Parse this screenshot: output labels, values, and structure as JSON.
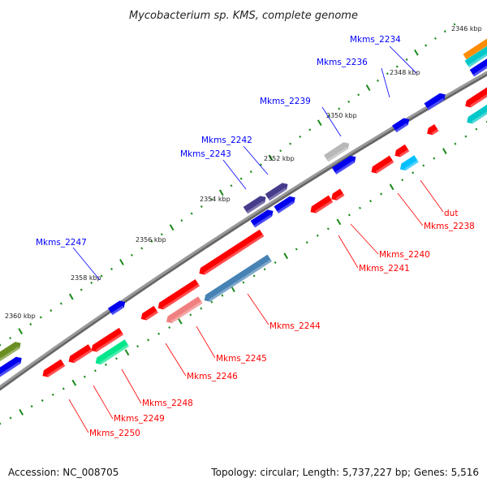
{
  "title": "Mycobacterium sp. KMS, complete genome",
  "footer": {
    "accession": "Accession: NC_008705",
    "summary": "Topology: circular; Length: 5,737,227 bp; Genes: 5,516"
  },
  "colors": {
    "forward_label": "#0000ff",
    "reverse_label": "#ff0000",
    "backbone": "#888888",
    "ticks": "#1a8a1a"
  },
  "scale_labels": [
    "2346 kbp",
    "2348 kbp",
    "2350 kbp",
    "2352 kbp",
    "2354 kbp",
    "2356 kbp",
    "2358 kbp",
    "2360 kbp"
  ],
  "forward_labels": [
    "Mkms_2234",
    "Mkms_2236",
    "Mkms_2239",
    "Mkms_2242",
    "Mkms_2243",
    "Mkms_2247"
  ],
  "reverse_labels": [
    "dut",
    "Mkms_2238",
    "Mkms_2240",
    "Mkms_2241",
    "Mkms_2244",
    "Mkms_2245",
    "Mkms_2246",
    "Mkms_2248",
    "Mkms_2249",
    "Mkms_2250"
  ],
  "features": [
    {
      "strand": "+",
      "color": "#ff8c00"
    },
    {
      "strand": "+",
      "color": "#00c8c8"
    },
    {
      "strand": "+",
      "color": "#0000ee"
    },
    {
      "strand": "+",
      "color": "#0000ee"
    },
    {
      "strand": "+",
      "color": "#0000ee"
    },
    {
      "strand": "+",
      "color": "#b8b8b8"
    },
    {
      "strand": "+",
      "color": "#0000ee"
    },
    {
      "strand": "+",
      "color": "#463c8c"
    },
    {
      "strand": "+",
      "color": "#463c8c"
    },
    {
      "strand": "+",
      "color": "#0000ee"
    },
    {
      "strand": "+",
      "color": "#0000ee"
    },
    {
      "strand": "+",
      "color": "#0000ee"
    },
    {
      "strand": "+",
      "color": "#6b8e23"
    },
    {
      "strand": "+",
      "color": "#0000ee"
    },
    {
      "strand": "-",
      "color": "#ff0000"
    },
    {
      "strand": "-",
      "color": "#00c8c8"
    },
    {
      "strand": "-",
      "color": "#ff0000"
    },
    {
      "strand": "-",
      "color": "#ff0000"
    },
    {
      "strand": "-",
      "color": "#ff0000"
    },
    {
      "strand": "-",
      "color": "#00bfff"
    },
    {
      "strand": "-",
      "color": "#ff0000"
    },
    {
      "strand": "-",
      "color": "#ff0000"
    },
    {
      "strand": "-",
      "color": "#ff0000"
    },
    {
      "strand": "-",
      "color": "#4682b4"
    },
    {
      "strand": "-",
      "color": "#ff0000"
    },
    {
      "strand": "-",
      "color": "#ff0000"
    },
    {
      "strand": "-",
      "color": "#f08080"
    },
    {
      "strand": "-",
      "color": "#ff0000"
    },
    {
      "strand": "-",
      "color": "#ff0000"
    },
    {
      "strand": "-",
      "color": "#ff0000"
    },
    {
      "strand": "-",
      "color": "#00e68c"
    }
  ]
}
